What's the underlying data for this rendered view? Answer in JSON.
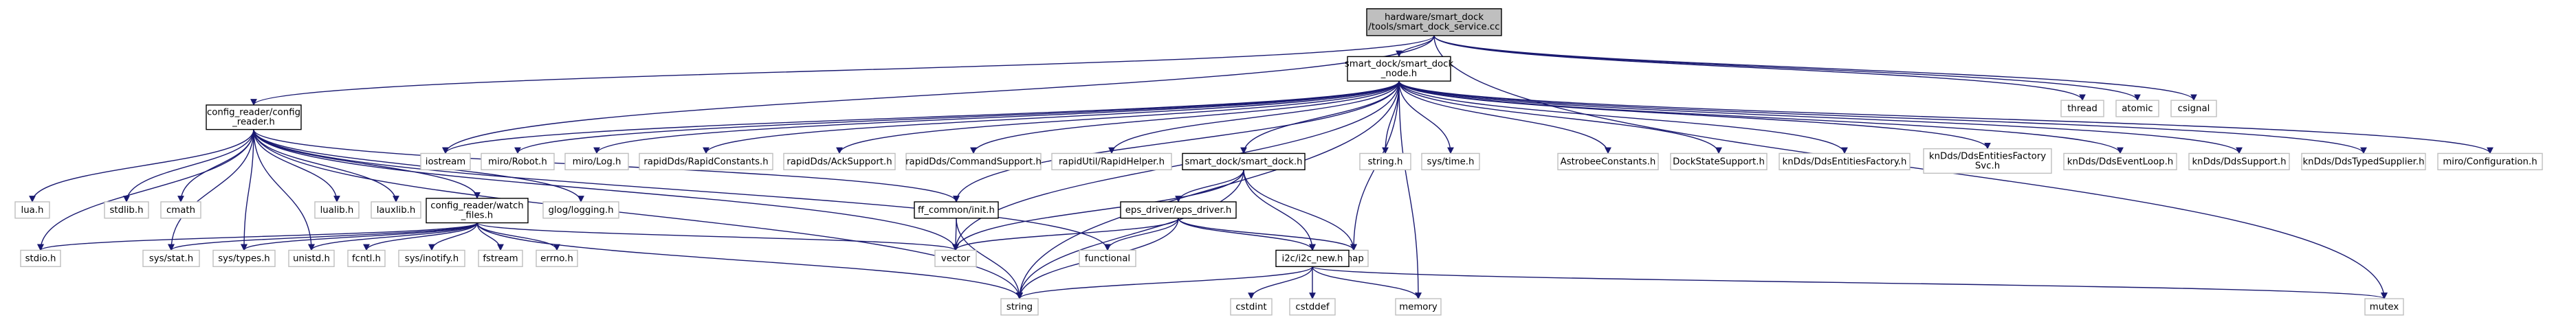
{
  "colors": {
    "edge": "#191970",
    "root_fill": "#bfbfbf",
    "node_fill": "#ffffff",
    "ext_border": "#bfbfbf",
    "src_border": "#000000"
  },
  "nodes": [
    {
      "id": "root",
      "lines": [
        "hardware/smart_dock",
        "/tools/smart_dock_service.cc"
      ],
      "kind": "root"
    },
    {
      "id": "smart_dock_node",
      "lines": [
        "smart_dock/smart_dock",
        "_node.h"
      ],
      "kind": "src"
    },
    {
      "id": "config_reader",
      "lines": [
        "config_reader/config",
        "_reader.h"
      ],
      "kind": "src"
    },
    {
      "id": "thread",
      "lines": [
        "thread"
      ],
      "kind": "ext"
    },
    {
      "id": "atomic",
      "lines": [
        "atomic"
      ],
      "kind": "ext"
    },
    {
      "id": "csignal",
      "lines": [
        "csignal"
      ],
      "kind": "ext"
    },
    {
      "id": "iostream",
      "lines": [
        "iostream"
      ],
      "kind": "ext"
    },
    {
      "id": "miro_robot",
      "lines": [
        "miro/Robot.h"
      ],
      "kind": "ext"
    },
    {
      "id": "miro_log",
      "lines": [
        "miro/Log.h"
      ],
      "kind": "ext"
    },
    {
      "id": "rapid_constants",
      "lines": [
        "rapidDds/RapidConstants.h"
      ],
      "kind": "ext"
    },
    {
      "id": "rapid_ack",
      "lines": [
        "rapidDds/AckSupport.h"
      ],
      "kind": "ext"
    },
    {
      "id": "rapid_cmd",
      "lines": [
        "rapidDds/CommandSupport.h"
      ],
      "kind": "ext"
    },
    {
      "id": "rapid_helper",
      "lines": [
        "rapidUtil/RapidHelper.h"
      ],
      "kind": "ext"
    },
    {
      "id": "smart_dock_h",
      "lines": [
        "smart_dock/smart_dock.h"
      ],
      "kind": "src"
    },
    {
      "id": "string_h",
      "lines": [
        "string.h"
      ],
      "kind": "ext"
    },
    {
      "id": "sys_time",
      "lines": [
        "sys/time.h"
      ],
      "kind": "ext"
    },
    {
      "id": "astrobee_constants",
      "lines": [
        "AstrobeeConstants.h"
      ],
      "kind": "ext"
    },
    {
      "id": "dock_state",
      "lines": [
        "DockStateSupport.h"
      ],
      "kind": "ext"
    },
    {
      "id": "kn_factory",
      "lines": [
        "knDds/DdsEntitiesFactory.h"
      ],
      "kind": "ext"
    },
    {
      "id": "kn_factory_svc",
      "lines": [
        "knDds/DdsEntitiesFactory",
        "Svc.h"
      ],
      "kind": "ext"
    },
    {
      "id": "kn_eventloop",
      "lines": [
        "knDds/DdsEventLoop.h"
      ],
      "kind": "ext"
    },
    {
      "id": "kn_support",
      "lines": [
        "knDds/DdsSupport.h"
      ],
      "kind": "ext"
    },
    {
      "id": "kn_typed",
      "lines": [
        "knDds/DdsTypedSupplier.h"
      ],
      "kind": "ext"
    },
    {
      "id": "miro_config",
      "lines": [
        "miro/Configuration.h"
      ],
      "kind": "ext"
    },
    {
      "id": "lua",
      "lines": [
        "lua.h"
      ],
      "kind": "ext"
    },
    {
      "id": "stdlib",
      "lines": [
        "stdlib.h"
      ],
      "kind": "ext"
    },
    {
      "id": "cmath",
      "lines": [
        "cmath"
      ],
      "kind": "ext"
    },
    {
      "id": "config_watch",
      "lines": [
        "config_reader/watch",
        "_files.h"
      ],
      "kind": "src"
    },
    {
      "id": "lualib",
      "lines": [
        "lualib.h"
      ],
      "kind": "ext"
    },
    {
      "id": "lauxlib",
      "lines": [
        "lauxlib.h"
      ],
      "kind": "ext"
    },
    {
      "id": "glog",
      "lines": [
        "glog/logging.h"
      ],
      "kind": "ext"
    },
    {
      "id": "ff_common",
      "lines": [
        "ff_common/init.h"
      ],
      "kind": "src"
    },
    {
      "id": "eps_driver",
      "lines": [
        "eps_driver/eps_driver.h"
      ],
      "kind": "src"
    },
    {
      "id": "stdio",
      "lines": [
        "stdio.h"
      ],
      "kind": "ext"
    },
    {
      "id": "sys_stat",
      "lines": [
        "sys/stat.h"
      ],
      "kind": "ext"
    },
    {
      "id": "sys_types",
      "lines": [
        "sys/types.h"
      ],
      "kind": "ext"
    },
    {
      "id": "unistd",
      "lines": [
        "unistd.h"
      ],
      "kind": "ext"
    },
    {
      "id": "fcntl",
      "lines": [
        "fcntl.h"
      ],
      "kind": "ext"
    },
    {
      "id": "sys_inotify",
      "lines": [
        "sys/inotify.h"
      ],
      "kind": "ext"
    },
    {
      "id": "fstream",
      "lines": [
        "fstream"
      ],
      "kind": "ext"
    },
    {
      "id": "errno",
      "lines": [
        "errno.h"
      ],
      "kind": "ext"
    },
    {
      "id": "vector",
      "lines": [
        "vector"
      ],
      "kind": "ext"
    },
    {
      "id": "functional",
      "lines": [
        "functional"
      ],
      "kind": "ext"
    },
    {
      "id": "map",
      "lines": [
        "map"
      ],
      "kind": "ext"
    },
    {
      "id": "i2c_new",
      "lines": [
        "i2c/i2c_new.h"
      ],
      "kind": "src"
    },
    {
      "id": "string",
      "lines": [
        "string"
      ],
      "kind": "ext"
    },
    {
      "id": "cstdint",
      "lines": [
        "cstdint"
      ],
      "kind": "ext"
    },
    {
      "id": "cstddef",
      "lines": [
        "cstddef"
      ],
      "kind": "ext"
    },
    {
      "id": "memory",
      "lines": [
        "memory"
      ],
      "kind": "ext"
    },
    {
      "id": "mutex",
      "lines": [
        "mutex"
      ],
      "kind": "ext"
    }
  ],
  "edges": [
    [
      "root",
      "smart_dock_node"
    ],
    [
      "root",
      "config_reader"
    ],
    [
      "root",
      "thread"
    ],
    [
      "root",
      "atomic"
    ],
    [
      "root",
      "csignal"
    ],
    [
      "root",
      "iostream"
    ],
    [
      "root",
      "mutex"
    ],
    [
      "smart_dock_node",
      "iostream"
    ],
    [
      "smart_dock_node",
      "miro_robot"
    ],
    [
      "smart_dock_node",
      "miro_log"
    ],
    [
      "smart_dock_node",
      "rapid_constants"
    ],
    [
      "smart_dock_node",
      "rapid_ack"
    ],
    [
      "smart_dock_node",
      "rapid_cmd"
    ],
    [
      "smart_dock_node",
      "rapid_helper"
    ],
    [
      "smart_dock_node",
      "smart_dock_h"
    ],
    [
      "smart_dock_node",
      "string_h"
    ],
    [
      "smart_dock_node",
      "sys_time"
    ],
    [
      "smart_dock_node",
      "astrobee_constants"
    ],
    [
      "smart_dock_node",
      "dock_state"
    ],
    [
      "smart_dock_node",
      "kn_factory"
    ],
    [
      "smart_dock_node",
      "kn_factory_svc"
    ],
    [
      "smart_dock_node",
      "kn_eventloop"
    ],
    [
      "smart_dock_node",
      "kn_support"
    ],
    [
      "smart_dock_node",
      "kn_typed"
    ],
    [
      "smart_dock_node",
      "miro_config"
    ],
    [
      "smart_dock_node",
      "ff_common"
    ],
    [
      "smart_dock_node",
      "map"
    ],
    [
      "smart_dock_node",
      "memory"
    ],
    [
      "smart_dock_node",
      "vector"
    ],
    [
      "smart_dock_node",
      "string"
    ],
    [
      "config_reader",
      "lua"
    ],
    [
      "config_reader",
      "stdlib"
    ],
    [
      "config_reader",
      "cmath"
    ],
    [
      "config_reader",
      "config_watch"
    ],
    [
      "config_reader",
      "lualib"
    ],
    [
      "config_reader",
      "lauxlib"
    ],
    [
      "config_reader",
      "glog"
    ],
    [
      "config_reader",
      "ff_common"
    ],
    [
      "config_reader",
      "stdio"
    ],
    [
      "config_reader",
      "sys_stat"
    ],
    [
      "config_reader",
      "sys_types"
    ],
    [
      "config_reader",
      "unistd"
    ],
    [
      "config_reader",
      "vector"
    ],
    [
      "config_reader",
      "functional"
    ],
    [
      "config_reader",
      "string"
    ],
    [
      "config_watch",
      "stdio"
    ],
    [
      "config_watch",
      "sys_stat"
    ],
    [
      "config_watch",
      "sys_types"
    ],
    [
      "config_watch",
      "unistd"
    ],
    [
      "config_watch",
      "fcntl"
    ],
    [
      "config_watch",
      "sys_inotify"
    ],
    [
      "config_watch",
      "fstream"
    ],
    [
      "config_watch",
      "errno"
    ],
    [
      "config_watch",
      "vector"
    ],
    [
      "config_watch",
      "string"
    ],
    [
      "ff_common",
      "vector"
    ],
    [
      "ff_common",
      "string"
    ],
    [
      "smart_dock_h",
      "eps_driver"
    ],
    [
      "smart_dock_h",
      "i2c_new"
    ],
    [
      "smart_dock_h",
      "map"
    ],
    [
      "smart_dock_h",
      "string"
    ],
    [
      "smart_dock_h",
      "vector"
    ],
    [
      "eps_driver",
      "i2c_new"
    ],
    [
      "eps_driver",
      "vector"
    ],
    [
      "eps_driver",
      "functional"
    ],
    [
      "eps_driver",
      "map"
    ],
    [
      "eps_driver",
      "string"
    ],
    [
      "i2c_new",
      "cstdint"
    ],
    [
      "i2c_new",
      "cstddef"
    ],
    [
      "i2c_new",
      "memory"
    ],
    [
      "i2c_new",
      "mutex"
    ],
    [
      "i2c_new",
      "string"
    ]
  ]
}
